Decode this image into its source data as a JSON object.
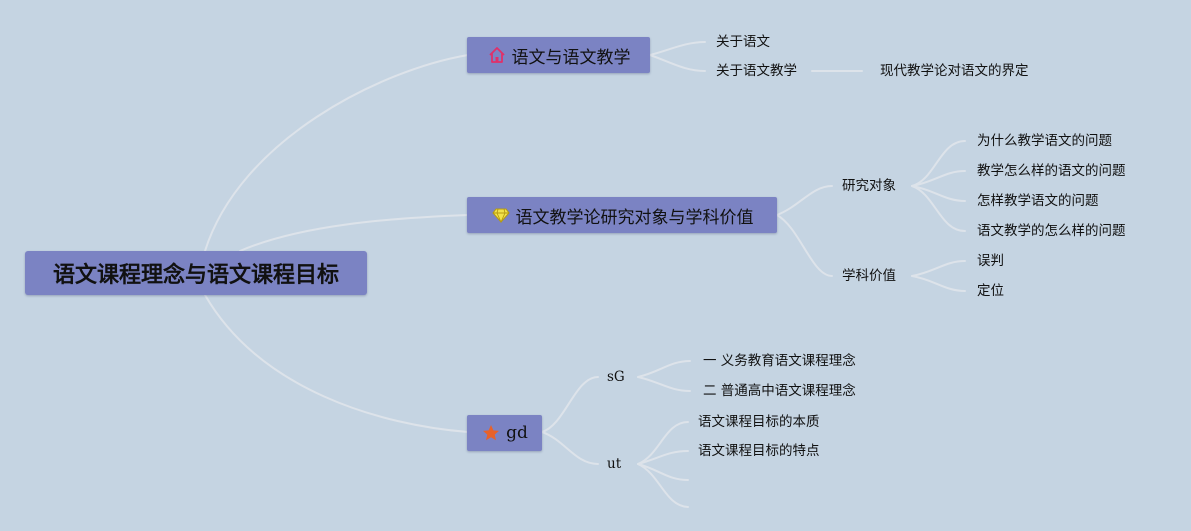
{
  "root": {
    "label": "语文课程理念与语文课程目标"
  },
  "branches": [
    {
      "id": "b1",
      "label": "语文与语文教学",
      "icon": "home-icon",
      "icon_color": "#e0306a",
      "children": [
        {
          "label": "关于语文",
          "children": []
        },
        {
          "label": "关于语文教学",
          "children": [
            {
              "label": "现代教学论对语文的界定"
            }
          ]
        }
      ]
    },
    {
      "id": "b2",
      "label": "语文教学论研究对象与学科价值",
      "icon": "diamond-icon",
      "icon_color": "#f2e24a",
      "children": [
        {
          "label": "研究对象",
          "children": [
            {
              "label": "为什么教学语文的问题"
            },
            {
              "label": "教学怎么样的语文的问题"
            },
            {
              "label": "怎样教学语文的问题"
            },
            {
              "label": "语文教学的怎么样的问题"
            }
          ]
        },
        {
          "label": "学科价值",
          "children": [
            {
              "label": "误判"
            },
            {
              "label": "定位"
            }
          ]
        }
      ]
    },
    {
      "id": "b3",
      "label": "gd",
      "icon": "star-icon",
      "icon_color": "#e8622a",
      "children": [
        {
          "label": "sG",
          "children": [
            {
              "label": "一 义务教育语文课程理念"
            },
            {
              "label": "二 普通高中语文课程理念"
            }
          ]
        },
        {
          "label": "ut",
          "children": [
            {
              "label": "语文课程目标的本质"
            },
            {
              "label": "语文课程目标的特点"
            },
            {
              "label": ""
            },
            {
              "label": ""
            }
          ]
        }
      ]
    }
  ]
}
